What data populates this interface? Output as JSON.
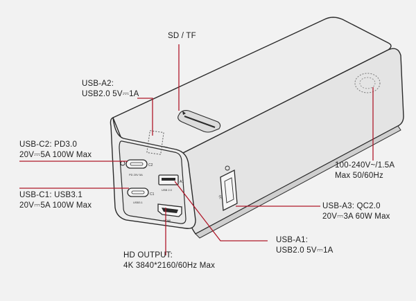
{
  "labels": {
    "sd_tf": "SD / TF",
    "usb_a2": {
      "line1": "USB-A2:",
      "line2": "USB2.0 5V⎓1A"
    },
    "usb_c2": {
      "line1": "USB-C2: PD3.0",
      "line2": "20V⎓5A 100W Max"
    },
    "usb_c1": {
      "line1": "USB-C1: USB3.1",
      "line2": "20V⎓5A 100W Max"
    },
    "hd_output": {
      "line1": "HD OUTPUT:",
      "line2": "4K 3840*2160/60Hz Max"
    },
    "usb_a1": {
      "line1": "USB-A1:",
      "line2": "USB2.0 5V⎓1A"
    },
    "usb_a3": {
      "line1": "USB-A3: QC2.0",
      "line2": "20V⎓3A 60W Max"
    },
    "ac_input": {
      "line1": "100-240V~/1.5A",
      "line2": "Max 50/60Hz"
    }
  },
  "device_marks": {
    "c2": "C2",
    "c1": "C1",
    "a1": "A1",
    "pd": "PD 20V 5A",
    "usb31": "USB3.1",
    "usb20": "USB 2.0",
    "hdmi": "HDMI",
    "qc": "QC"
  },
  "colors": {
    "leader": "#b0182a",
    "outline": "#2a2a2a",
    "body": "#ededed",
    "shade": "#d8d8d8"
  }
}
